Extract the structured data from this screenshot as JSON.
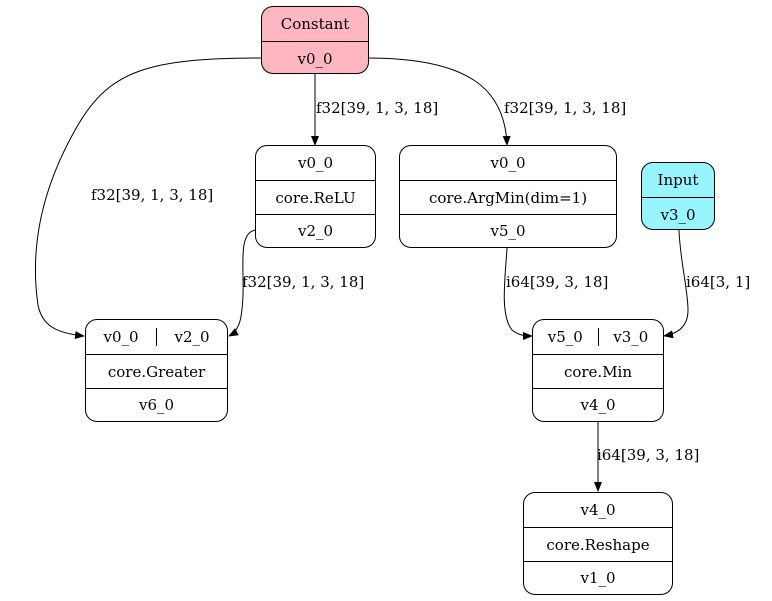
{
  "nodes": {
    "constant": {
      "title": "Constant",
      "output": "v0_0",
      "fill": "#ffb6c1"
    },
    "input": {
      "title": "Input",
      "output": "v3_0",
      "fill": "#98f5ff"
    },
    "relu": {
      "input": "v0_0",
      "op": "core.ReLU",
      "output": "v2_0"
    },
    "argmin": {
      "input": "v0_0",
      "op": "core.ArgMin(dim=1)",
      "output": "v5_0"
    },
    "greater": {
      "inputs": [
        "v0_0",
        "v2_0"
      ],
      "op": "core.Greater",
      "output": "v6_0"
    },
    "min": {
      "inputs": [
        "v5_0",
        "v3_0"
      ],
      "op": "core.Min",
      "output": "v4_0"
    },
    "reshape": {
      "input": "v4_0",
      "op": "core.Reshape",
      "output": "v1_0"
    }
  },
  "edges": {
    "const_to_relu": "f32[39, 1, 3, 18]",
    "const_to_argmin": "f32[39, 1, 3, 18]",
    "const_to_greater": "f32[39, 1, 3, 18]",
    "relu_to_greater": "f32[39, 1, 3, 18]",
    "argmin_to_min": "i64[39, 3, 18]",
    "input_to_min": "i64[3, 1]",
    "min_to_reshape": "i64[39, 3, 18]"
  }
}
